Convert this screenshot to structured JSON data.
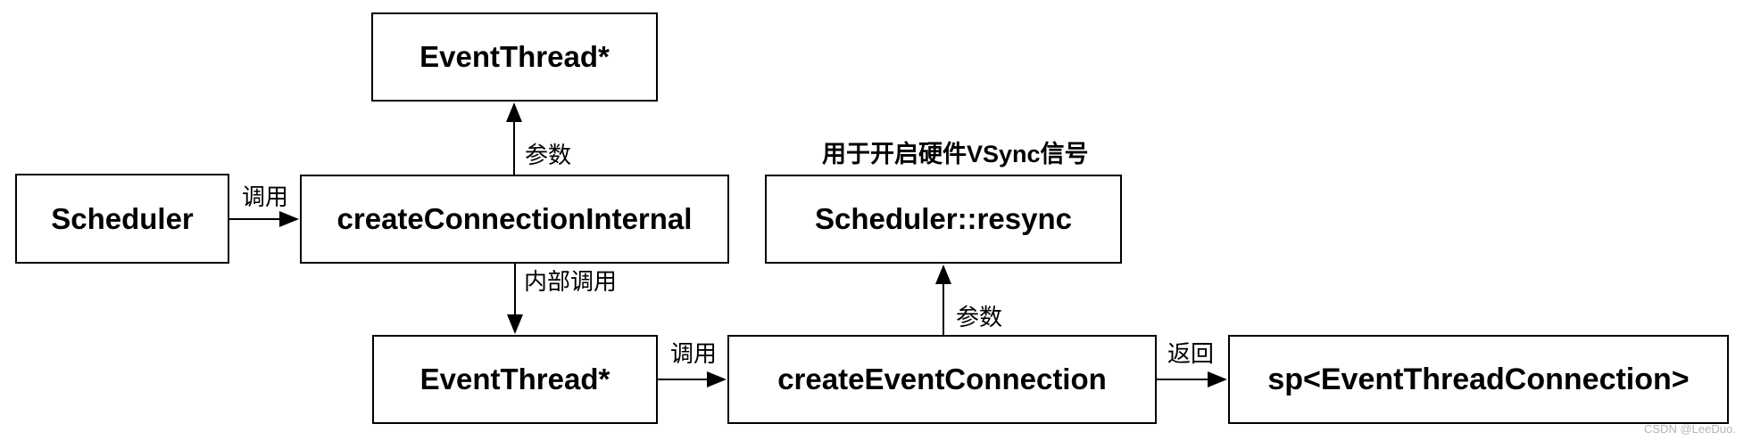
{
  "diagram": {
    "nodes": [
      {
        "id": "event-thread-top",
        "label": "EventThread*"
      },
      {
        "id": "scheduler",
        "label": "Scheduler"
      },
      {
        "id": "create-connection-internal",
        "label": "createConnectionInternal"
      },
      {
        "id": "scheduler-resync",
        "label": "Scheduler::resync"
      },
      {
        "id": "event-thread-bottom",
        "label": "EventThread*"
      },
      {
        "id": "create-event-connection",
        "label": "createEventConnection"
      },
      {
        "id": "sp-event-thread-connection",
        "label": "sp<EventThreadConnection>"
      }
    ],
    "edges": [
      {
        "from": "scheduler",
        "to": "create-connection-internal",
        "label": "调用"
      },
      {
        "from": "create-connection-internal",
        "to": "event-thread-top",
        "label": "参数"
      },
      {
        "from": "create-connection-internal",
        "to": "event-thread-bottom",
        "label": "内部调用"
      },
      {
        "from": "event-thread-bottom",
        "to": "create-event-connection",
        "label": "调用"
      },
      {
        "from": "create-event-connection",
        "to": "scheduler-resync",
        "label": "参数"
      },
      {
        "from": "create-event-connection",
        "to": "sp-event-thread-connection",
        "label": "返回"
      }
    ],
    "annotation": "用于开启硬件VSync信号",
    "watermark": "CSDN @LeeDuo.",
    "colors": {
      "box_border": "#000000",
      "box_fill": "#ffffff",
      "text": "#000000",
      "watermark": "#b5b5b5"
    }
  }
}
